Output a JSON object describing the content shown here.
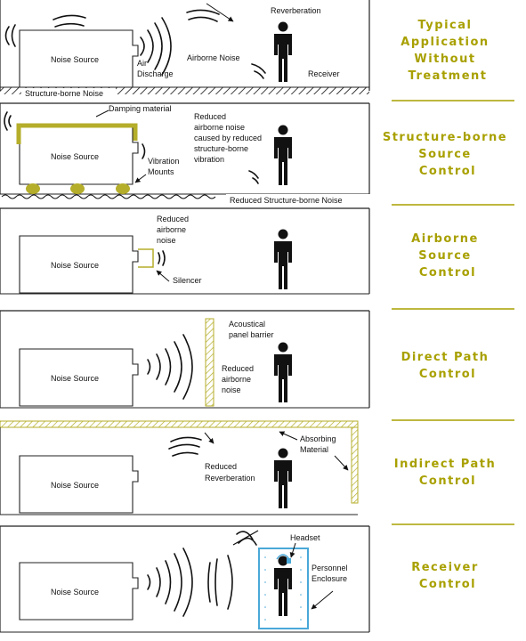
{
  "panels": [
    {
      "title": [
        "Typical",
        "Application",
        "Without",
        "Treatment"
      ],
      "labels": {
        "source": "Noise Source",
        "air_discharge": [
          "Air",
          "Discharge"
        ],
        "reverberation": "Reverberation",
        "airborne": "Airborne Noise",
        "receiver": "Receiver",
        "structure": "Structure-borne Noise"
      }
    },
    {
      "title": [
        "Structure-borne",
        "Source",
        "Control"
      ],
      "labels": {
        "source": "Noise Source",
        "damping": "Damping material",
        "reduced_airborne": [
          "Reduced",
          "airborne noise",
          "caused by reduced",
          "structure-borne",
          "vibration"
        ],
        "mounts": [
          "Vibration",
          "Mounts"
        ],
        "reduced_structure": "Reduced Structure-borne Noise"
      }
    },
    {
      "title": [
        "Airborne",
        "Source",
        "Control"
      ],
      "labels": {
        "source": "Noise Source",
        "reduced": [
          "Reduced",
          "airborne",
          "noise"
        ],
        "silencer": "Silencer"
      }
    },
    {
      "title": [
        "Direct Path",
        "Control"
      ],
      "labels": {
        "source": "Noise Source",
        "barrier": [
          "Acoustical",
          "panel barrier"
        ],
        "reduced": [
          "Reduced",
          "airborne",
          "noise"
        ]
      }
    },
    {
      "title": [
        "Indirect Path",
        "Control"
      ],
      "labels": {
        "source": "Noise Source",
        "absorbing": [
          "Absorbing",
          "Material"
        ],
        "reduced": [
          "Reduced",
          "Reverberation"
        ]
      }
    },
    {
      "title": [
        "Receiver",
        "Control"
      ],
      "labels": {
        "source": "Noise Source",
        "headset": "Headset",
        "enclosure": [
          "Personnel",
          "Enclosure"
        ]
      }
    }
  ],
  "colors": {
    "title": "#a8a000",
    "treatment": "#b5ae2a",
    "enclosure": "#4aa8d8",
    "ink": "#111111"
  }
}
